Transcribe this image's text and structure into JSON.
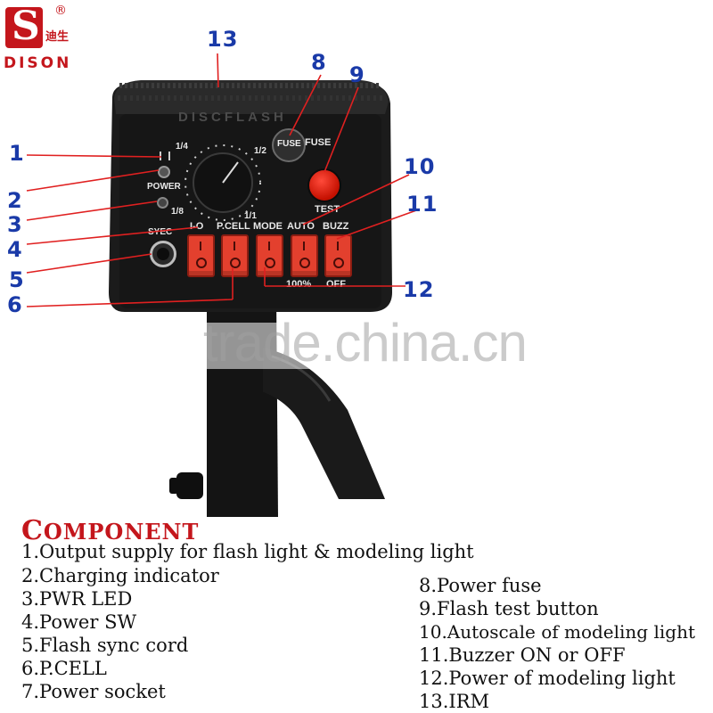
{
  "brand": {
    "name": "DISON",
    "chinese": "迪生",
    "registered": "®",
    "logo_letter": "S",
    "color": "#c4161c"
  },
  "watermark": "trade.china.cn",
  "device": {
    "top_logo": "DISCFLASH",
    "fuse_label": "FUSE",
    "fuse_cap": "FUSE",
    "test_label": "TEST",
    "knob_marks": {
      "quarter": "1/4",
      "half": "1/2",
      "eighth": "1/8",
      "full": "1/1"
    },
    "power_label": "POWER",
    "sync_label": "SYEC",
    "switch_labels": [
      "I-O",
      "P.CELL",
      "MODE",
      "AUTO",
      "BUZZ"
    ],
    "bottom_labels": [
      "100%",
      "OFF"
    ]
  },
  "callouts": [
    "1",
    "2",
    "3",
    "4",
    "5",
    "6",
    "8",
    "9",
    "10",
    "11",
    "12",
    "13"
  ],
  "legend": {
    "title_first": "C",
    "title_rest": "OMPONENT",
    "left_items": [
      "1.Output supply for flash light & modeling light",
      "2.Charging indicator",
      "3.PWR LED",
      "4.Power SW",
      "5.Flash sync cord",
      "6.P.CELL",
      "7.Power socket"
    ],
    "right_items": [
      "8.Power fuse",
      "9.Flash test button",
      "10.Autoscale of modeling light",
      "11.Buzzer ON or OFF",
      "12.Power of modeling light",
      "13.IRM"
    ]
  },
  "colors": {
    "callout": "#1a3aa8",
    "switch_red": "#e3402e",
    "panel": "#1b1b1b"
  }
}
